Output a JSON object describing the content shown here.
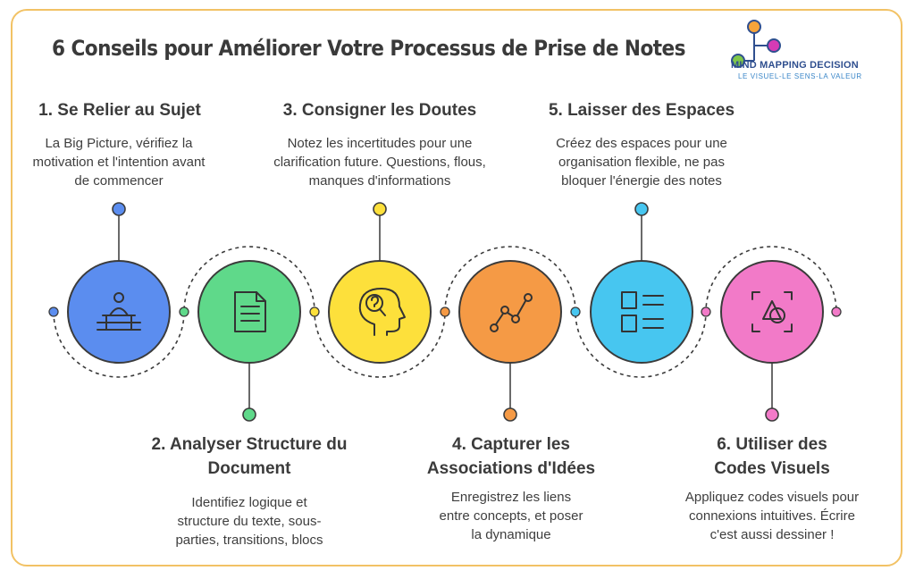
{
  "title": "6 Conseils pour Améliorer Votre Processus de Prise de Notes",
  "logo": {
    "name": "MIND MAPPING DECISION",
    "tagline": "LE VISUEL-LE SENS-LA VALEUR"
  },
  "steps": [
    {
      "heading": "1. Se Relier au Sujet",
      "description": "La Big Picture, vérifiez la motivation et l'intention avant de commencer",
      "color": "#5b8def",
      "icon": "meditation-person-icon"
    },
    {
      "heading": "2. Analyser Structure du Document",
      "description": "Identifiez logique et structure du texte, sous-parties, transitions, blocs",
      "color": "#5fd98a",
      "icon": "document-icon"
    },
    {
      "heading": "3. Consigner les Doutes",
      "description": "Notez les incertitudes pour une clarification future. Questions, flous, manques d'informations",
      "color": "#fde03b",
      "icon": "head-question-icon"
    },
    {
      "heading": "4. Capturer les Associations d'Idées",
      "description": "Enregistrez les liens entre concepts, et poser la dynamique",
      "color": "#f59a45",
      "icon": "connected-dots-icon"
    },
    {
      "heading": "5. Laisser des Espaces",
      "description": "Créez des espaces pour une organisation flexible, ne pas bloquer l'énergie des notes",
      "color": "#47c6f0",
      "icon": "layout-list-icon"
    },
    {
      "heading": "6. Utiliser des Codes Visuels",
      "description": "Appliquez codes visuels pour connexions intuitives. Écrire c'est aussi dessiner !",
      "color": "#f27ac8",
      "icon": "shapes-icon"
    }
  ]
}
